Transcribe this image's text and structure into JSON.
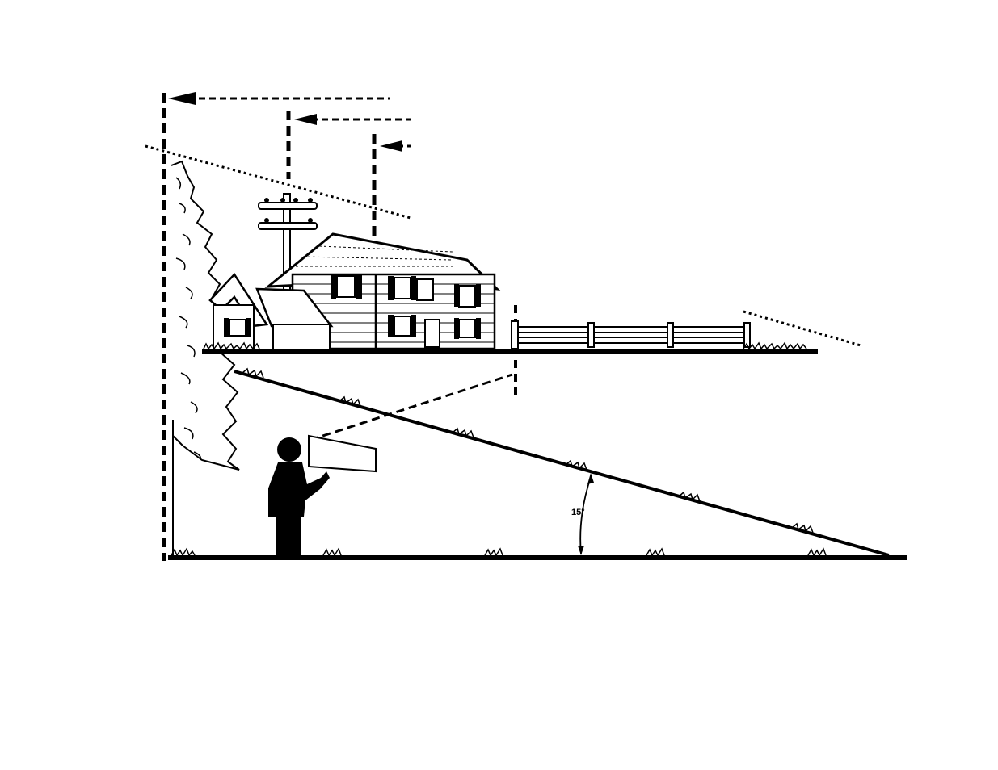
{
  "diagram": {
    "angle_label": "15°",
    "ink_color": "#000000",
    "background_color": "#ffffff",
    "elements": [
      "tree-line",
      "utility-pole",
      "house",
      "fence",
      "observer-with-antenna",
      "sloped-ground",
      "line-of-sight",
      "height-markers"
    ]
  }
}
